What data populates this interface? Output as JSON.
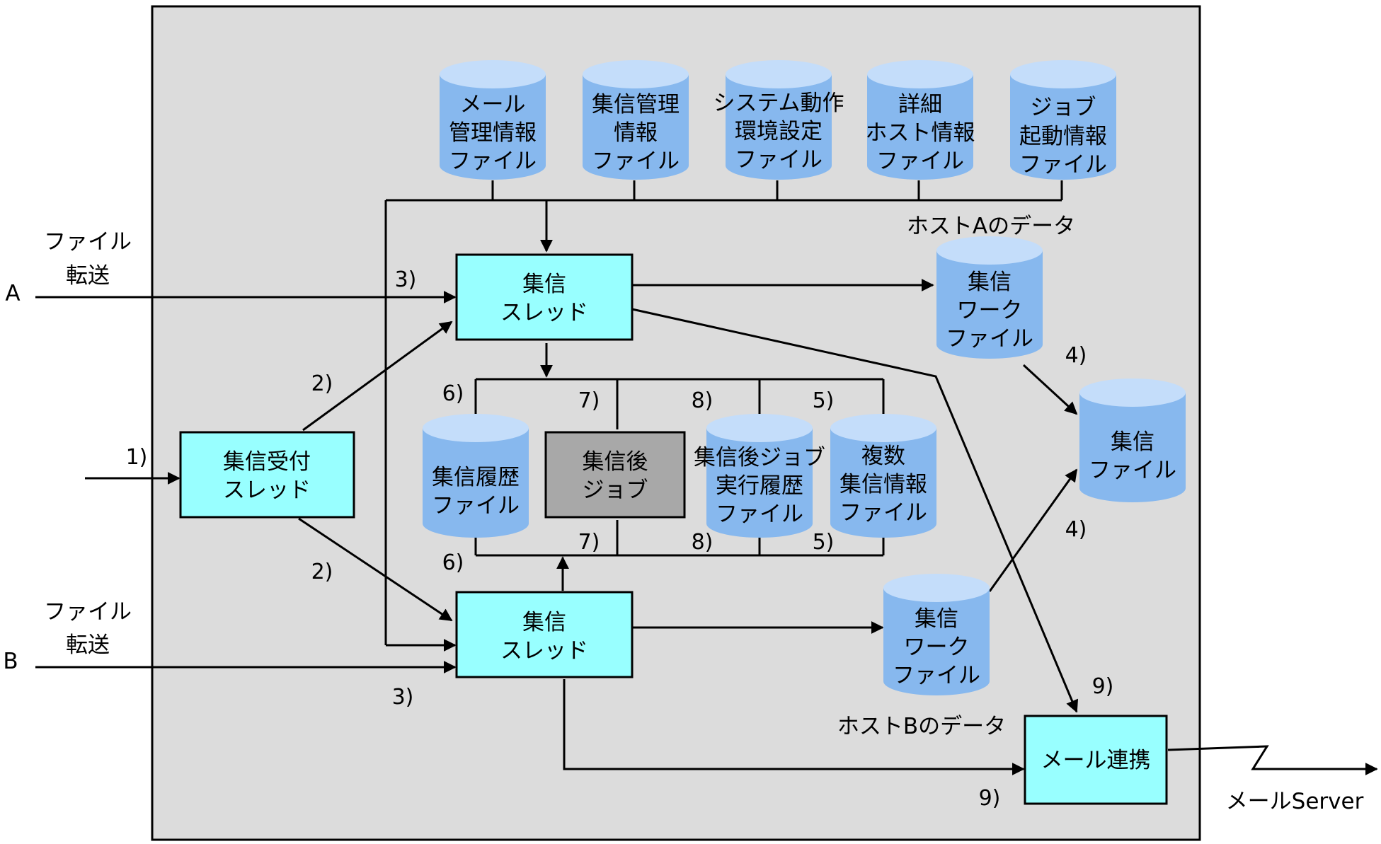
{
  "external": {
    "label_a": "A",
    "label_b": "B",
    "transfer_a": [
      "ファイル",
      "転送"
    ],
    "transfer_b": [
      "ファイル",
      "転送"
    ],
    "mail_server": "メールServer"
  },
  "files": {
    "mail_mgmt": [
      "メール",
      "管理情報",
      "ファイル"
    ],
    "collect_mgmt": [
      "集信管理",
      "情報",
      "ファイル"
    ],
    "system_env": [
      "システム動作",
      "環境設定",
      "ファイル"
    ],
    "host_detail": [
      "詳細",
      "ホスト情報",
      "ファイル"
    ],
    "job_start": [
      "ジョブ",
      "起動情報",
      "ファイル"
    ],
    "work_a": [
      "集信",
      "ワーク",
      "ファイル"
    ],
    "work_b": [
      "集信",
      "ワーク",
      "ファイル"
    ],
    "collect_file": [
      "集信",
      "ファイル"
    ],
    "history": [
      "集信履歴",
      "ファイル"
    ],
    "postjob_history": [
      "集信後ジョブ",
      "実行履歴",
      "ファイル"
    ],
    "multi_info": [
      "複数",
      "集信情報",
      "ファイル"
    ]
  },
  "processes": {
    "thread_a": [
      "集信",
      "スレッド"
    ],
    "thread_b": [
      "集信",
      "スレッド"
    ],
    "reception": [
      "集信受付",
      "スレッド"
    ],
    "post_job": [
      "集信後",
      "ジョブ"
    ],
    "mail_link": "メール連携"
  },
  "captions": {
    "host_a": "ホストAのデータ",
    "host_b": "ホストBのデータ"
  },
  "steps": {
    "s1": "1)",
    "s2": "2)",
    "s3": "3)",
    "s4": "4)",
    "s5": "5)",
    "s6": "6)",
    "s7": "7)",
    "s8": "8)",
    "s9": "9)"
  },
  "colors": {
    "panel_bg": "#dcdcdc",
    "cylinder": "#87b8ee",
    "cylinder_top": "#c4ddfa",
    "process_box": "#98ffff",
    "post_job_box": "#a8a8a8"
  }
}
